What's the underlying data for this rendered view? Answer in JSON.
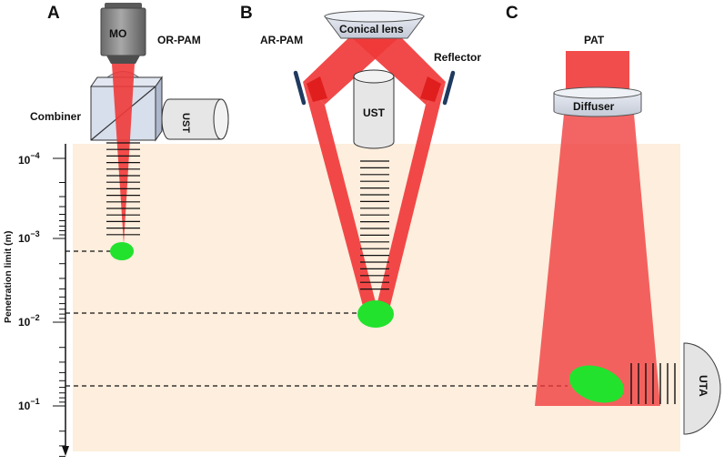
{
  "panels": {
    "a": {
      "letter": "A",
      "title": "OR-PAM",
      "objective": "MO",
      "combiner": "Combiner",
      "transducer": "UST"
    },
    "b": {
      "letter": "B",
      "title": "AR-PAM",
      "lens": "Conical lens",
      "reflector": "Reflector",
      "transducer": "UST"
    },
    "c": {
      "letter": "C",
      "title": "PAT",
      "diffuser": "Diffuser",
      "transducer": "UTA"
    }
  },
  "axis": {
    "label": "Penetration limit (m)",
    "ticks": [
      {
        "base": "10",
        "exp": "−4"
      },
      {
        "base": "10",
        "exp": "−3"
      },
      {
        "base": "10",
        "exp": "−2"
      },
      {
        "base": "10",
        "exp": "−1"
      }
    ]
  },
  "colors": {
    "tissue": "#fdeedd",
    "laser": "#f03a3a",
    "target": "#22e22e",
    "optics": "#d8d8d8",
    "reflector": "#1f3a5f"
  }
}
